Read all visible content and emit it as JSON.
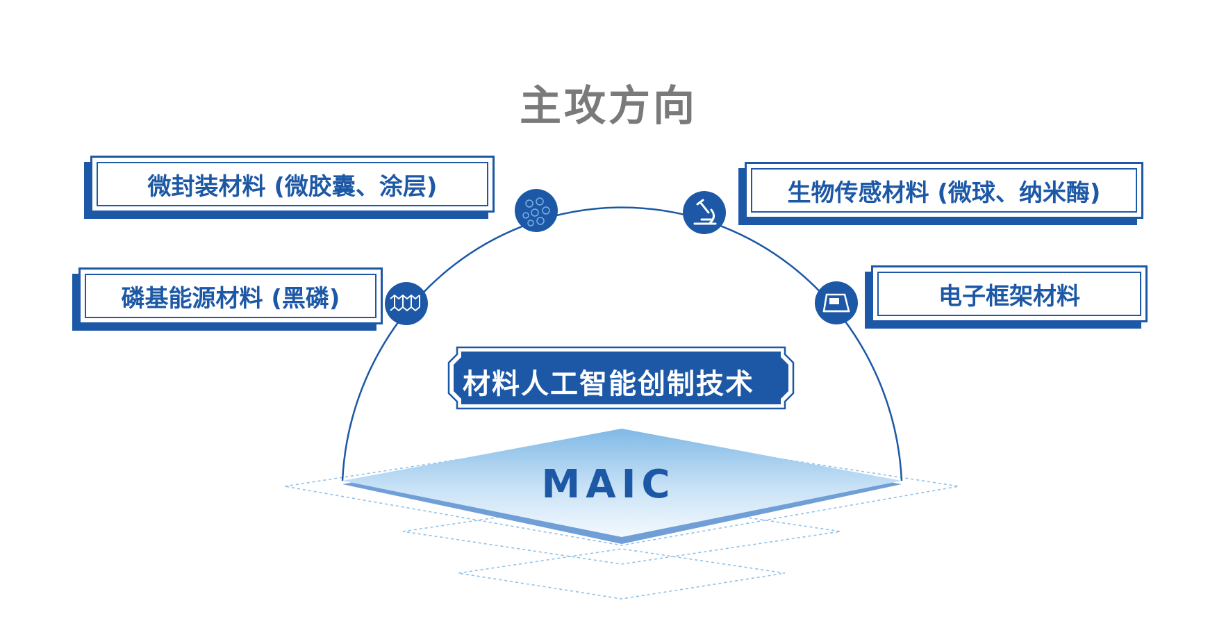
{
  "title": "主攻方向",
  "center": {
    "label": "材料人工智能创制技术",
    "platform": "MAIC"
  },
  "directions": [
    {
      "label": "微封装材料 (微胶囊、涂层)",
      "icon": "microcapsule-icon"
    },
    {
      "label": "磷基能源材料 (黑磷)",
      "icon": "black-phosphorus-icon"
    },
    {
      "label": "生物传感材料 (微球、纳米酶)",
      "icon": "microscope-icon"
    },
    {
      "label": "电子框架材料",
      "icon": "electronic-device-icon"
    }
  ],
  "colors": {
    "primary": "#1c58a6",
    "title": "#7a7a7a",
    "platform_light": "#e8f3fc",
    "platform_mid": "#7fb9e6"
  }
}
